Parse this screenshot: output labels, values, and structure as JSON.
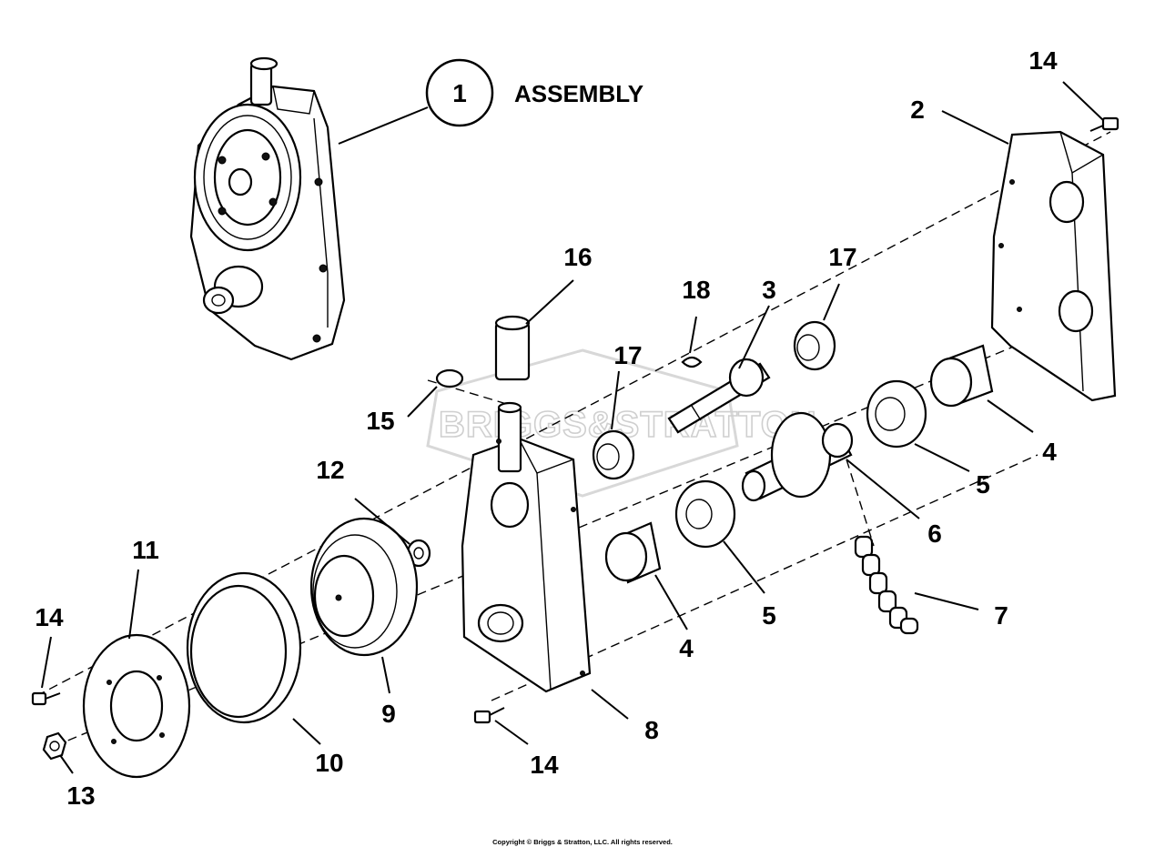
{
  "assembly": {
    "number": "1",
    "label": "ASSEMBLY"
  },
  "callouts": [
    {
      "id": "c2",
      "text": "2"
    },
    {
      "id": "c3",
      "text": "3"
    },
    {
      "id": "c4a",
      "text": "4"
    },
    {
      "id": "c4b",
      "text": "4"
    },
    {
      "id": "c5a",
      "text": "5"
    },
    {
      "id": "c5b",
      "text": "5"
    },
    {
      "id": "c6",
      "text": "6"
    },
    {
      "id": "c7",
      "text": "7"
    },
    {
      "id": "c8",
      "text": "8"
    },
    {
      "id": "c9",
      "text": "9"
    },
    {
      "id": "c10",
      "text": "10"
    },
    {
      "id": "c11",
      "text": "11"
    },
    {
      "id": "c12",
      "text": "12"
    },
    {
      "id": "c13",
      "text": "13"
    },
    {
      "id": "c14a",
      "text": "14"
    },
    {
      "id": "c14b",
      "text": "14"
    },
    {
      "id": "c14c",
      "text": "14"
    },
    {
      "id": "c15",
      "text": "15"
    },
    {
      "id": "c16",
      "text": "16"
    },
    {
      "id": "c17a",
      "text": "17"
    },
    {
      "id": "c17b",
      "text": "17"
    },
    {
      "id": "c18",
      "text": "18"
    }
  ],
  "watermark": "BRIGGS&STRATTON",
  "copyright": "Copyright © Briggs & Stratton, LLC. All rights reserved."
}
